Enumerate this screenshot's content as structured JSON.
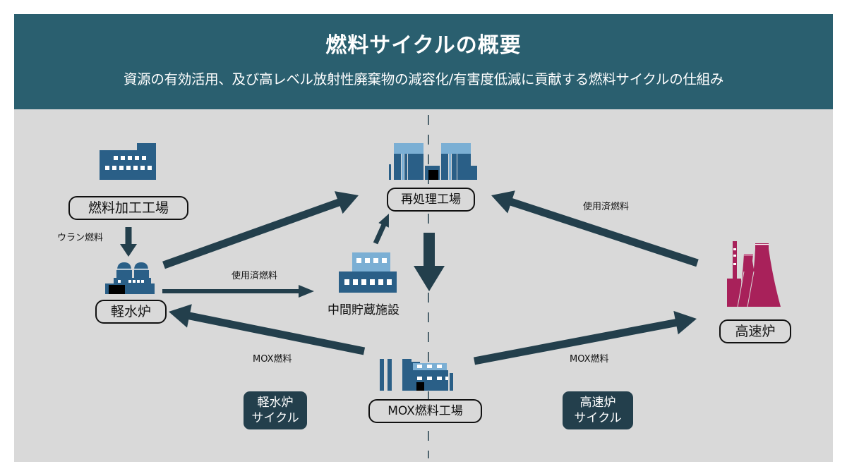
{
  "header": {
    "title": "燃料サイクルの概要",
    "subtitle": "資源の有効活用、及び高レベル放射性廃棄物の減容化/有害度低減に貢献する燃料サイクルの仕組み"
  },
  "colors": {
    "header_bg": "#2a5f6f",
    "canvas_bg": "#d9d9d9",
    "arrow": "#233f4c",
    "facility_dark": "#2a5f87",
    "facility_light": "#7bafd4",
    "fast_reactor": "#a8215a",
    "badge_bg": "#233f4c"
  },
  "nodes": {
    "fuel_fabrication": {
      "label": "燃料加工工場",
      "icon": "factory-icon"
    },
    "light_water_reactor": {
      "label": "軽水炉",
      "icon": "reactor-icon"
    },
    "reprocessing": {
      "label": "再処理工場",
      "icon": "reprocessing-plant-icon"
    },
    "interim_storage": {
      "label": "中間貯蔵施設",
      "icon": "storage-facility-icon"
    },
    "mox_plant": {
      "label": "MOX燃料工場",
      "icon": "mox-factory-icon"
    },
    "fast_reactor": {
      "label": "高速炉",
      "icon": "cooling-tower-icon"
    }
  },
  "flows": {
    "uranium_fuel": "ウラン燃料",
    "spent_fuel_to_storage": "使用済燃料",
    "spent_fuel_from_fast": "使用済燃料",
    "mox_to_lwr": "MOX燃料",
    "mox_to_fast": "MOX燃料"
  },
  "cycles": {
    "light_water": {
      "line1": "軽水炉",
      "line2": "サイクル"
    },
    "fast": {
      "line1": "高速炉",
      "line2": "サイクル"
    }
  }
}
